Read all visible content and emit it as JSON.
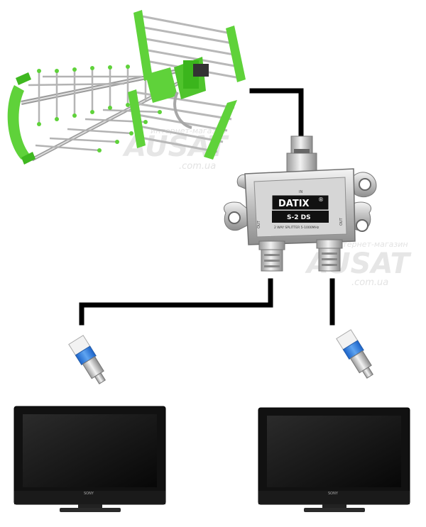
{
  "splitter": {
    "brand": "DATIX",
    "registered": "®",
    "model": "S-2 DS",
    "desc": "2 WAY SPLITTER 5-1000MHz",
    "port_in": "IN",
    "port_out_left": "OUT",
    "port_out_right": "OUT"
  },
  "watermarks": [
    {
      "line1": "интернет-магазин",
      "logo": "AUSAT",
      "line2": ".com.ua"
    },
    {
      "line1": "интернет-магазин",
      "logo": "AUSAT",
      "line2": ".com.ua"
    }
  ],
  "tv": {
    "brand_left": "SONY",
    "brand_right": "SONY"
  },
  "colors": {
    "antenna_green": "#5fd23a",
    "cable": "#000000",
    "metal": "#c8c8c8"
  }
}
